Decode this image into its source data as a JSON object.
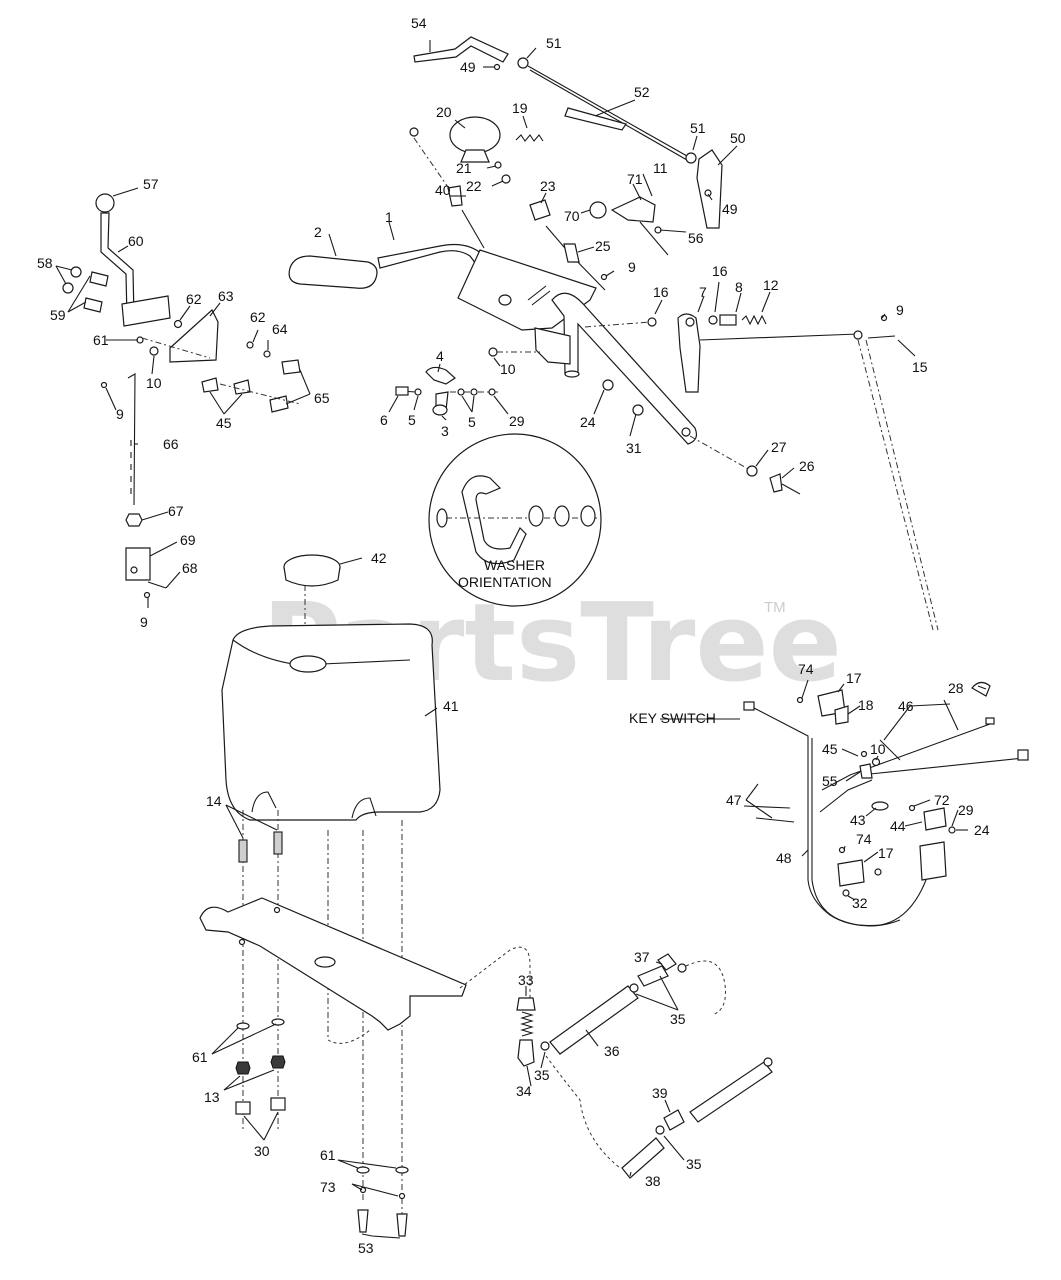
{
  "watermark": {
    "text": "PartsTree",
    "trademark": "TM"
  },
  "captions": {
    "washer_orientation_line1": "WASHER",
    "washer_orientation_line2": "ORIENTATION",
    "key_switch": "KEY SWITCH"
  },
  "callouts": [
    {
      "id": "c54",
      "label": "54"
    },
    {
      "id": "c51a",
      "label": "51"
    },
    {
      "id": "c49a",
      "label": "49"
    },
    {
      "id": "c52",
      "label": "52"
    },
    {
      "id": "c20",
      "label": "20"
    },
    {
      "id": "c19",
      "label": "19"
    },
    {
      "id": "c51b",
      "label": "51"
    },
    {
      "id": "c50",
      "label": "50"
    },
    {
      "id": "c21",
      "label": "21"
    },
    {
      "id": "c11",
      "label": "11"
    },
    {
      "id": "c22",
      "label": "22"
    },
    {
      "id": "c71",
      "label": "71"
    },
    {
      "id": "c40",
      "label": "40"
    },
    {
      "id": "c23",
      "label": "23"
    },
    {
      "id": "c49b",
      "label": "49"
    },
    {
      "id": "c70",
      "label": "70"
    },
    {
      "id": "c56",
      "label": "56"
    },
    {
      "id": "c57",
      "label": "57"
    },
    {
      "id": "c1",
      "label": "1"
    },
    {
      "id": "c2",
      "label": "2"
    },
    {
      "id": "c25",
      "label": "25"
    },
    {
      "id": "c60",
      "label": "60"
    },
    {
      "id": "c9a",
      "label": "9"
    },
    {
      "id": "c58",
      "label": "58"
    },
    {
      "id": "c16a",
      "label": "16"
    },
    {
      "id": "c7",
      "label": "7"
    },
    {
      "id": "c8",
      "label": "8"
    },
    {
      "id": "c12",
      "label": "12"
    },
    {
      "id": "c16b",
      "label": "16"
    },
    {
      "id": "c62a",
      "label": "62"
    },
    {
      "id": "c63",
      "label": "63"
    },
    {
      "id": "c59",
      "label": "59"
    },
    {
      "id": "c9b",
      "label": "9"
    },
    {
      "id": "c62b",
      "label": "62"
    },
    {
      "id": "c64",
      "label": "64"
    },
    {
      "id": "c61a",
      "label": "61"
    },
    {
      "id": "c4",
      "label": "4"
    },
    {
      "id": "c10a",
      "label": "10"
    },
    {
      "id": "c15",
      "label": "15"
    },
    {
      "id": "c10b",
      "label": "10"
    },
    {
      "id": "c65",
      "label": "65"
    },
    {
      "id": "c45a",
      "label": "45"
    },
    {
      "id": "c9c",
      "label": "9"
    },
    {
      "id": "c6",
      "label": "6"
    },
    {
      "id": "c5a",
      "label": "5"
    },
    {
      "id": "c5b",
      "label": "5"
    },
    {
      "id": "c29a",
      "label": "29"
    },
    {
      "id": "c24a",
      "label": "24"
    },
    {
      "id": "c3",
      "label": "3"
    },
    {
      "id": "c66",
      "label": "66"
    },
    {
      "id": "c31",
      "label": "31"
    },
    {
      "id": "c27",
      "label": "27"
    },
    {
      "id": "c26",
      "label": "26"
    },
    {
      "id": "c67",
      "label": "67"
    },
    {
      "id": "c69",
      "label": "69"
    },
    {
      "id": "c42",
      "label": "42"
    },
    {
      "id": "c68",
      "label": "68"
    },
    {
      "id": "c9d",
      "label": "9"
    },
    {
      "id": "c74a",
      "label": "74"
    },
    {
      "id": "c17a",
      "label": "17"
    },
    {
      "id": "c28",
      "label": "28"
    },
    {
      "id": "c41",
      "label": "41"
    },
    {
      "id": "c18",
      "label": "18"
    },
    {
      "id": "c46",
      "label": "46"
    },
    {
      "id": "c45b",
      "label": "45"
    },
    {
      "id": "c10c",
      "label": "10"
    },
    {
      "id": "c55",
      "label": "55"
    },
    {
      "id": "c14",
      "label": "14"
    },
    {
      "id": "c47",
      "label": "47"
    },
    {
      "id": "c72",
      "label": "72"
    },
    {
      "id": "c29b",
      "label": "29"
    },
    {
      "id": "c43",
      "label": "43"
    },
    {
      "id": "c44",
      "label": "44"
    },
    {
      "id": "c24b",
      "label": "24"
    },
    {
      "id": "c74b",
      "label": "74"
    },
    {
      "id": "c17b",
      "label": "17"
    },
    {
      "id": "c48",
      "label": "48"
    },
    {
      "id": "c32",
      "label": "32"
    },
    {
      "id": "c37",
      "label": "37"
    },
    {
      "id": "c33",
      "label": "33"
    },
    {
      "id": "c35a",
      "label": "35"
    },
    {
      "id": "c36",
      "label": "36"
    },
    {
      "id": "c61b",
      "label": "61"
    },
    {
      "id": "c35b",
      "label": "35"
    },
    {
      "id": "c34",
      "label": "34"
    },
    {
      "id": "c13",
      "label": "13"
    },
    {
      "id": "c39",
      "label": "39"
    },
    {
      "id": "c30",
      "label": "30"
    },
    {
      "id": "c35c",
      "label": "35"
    },
    {
      "id": "c61c",
      "label": "61"
    },
    {
      "id": "c38",
      "label": "38"
    },
    {
      "id": "c73",
      "label": "73"
    },
    {
      "id": "c53",
      "label": "53"
    }
  ]
}
